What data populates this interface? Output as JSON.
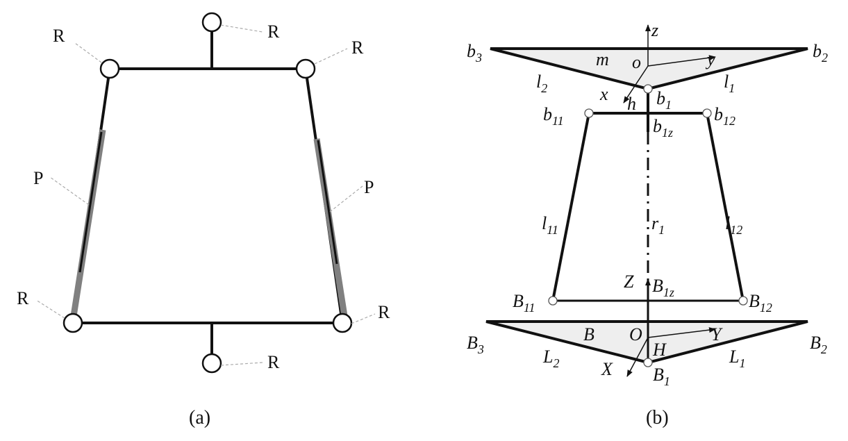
{
  "panel_a": {
    "caption": "(a)",
    "joint_label": "R",
    "prismatic_label": "P"
  },
  "panel_b": {
    "caption": "(b)",
    "moving_platform": {
      "b3": {
        "main": "b",
        "sub": "3"
      },
      "b2": {
        "main": "b",
        "sub": "2"
      },
      "b1": {
        "main": "b",
        "sub": "1"
      },
      "m": "m",
      "o": "o",
      "x": "x",
      "y": "y",
      "z": "z",
      "h": "h",
      "l1": {
        "main": "l",
        "sub": "1"
      },
      "l2": {
        "main": "l",
        "sub": "2"
      }
    },
    "limb": {
      "b11": {
        "main": "b",
        "sub": "11"
      },
      "b12": {
        "main": "b",
        "sub": "12"
      },
      "b1z": {
        "main": "b",
        "sub": "1z"
      },
      "l11": {
        "main": "l",
        "sub": "11"
      },
      "l12": {
        "main": "l",
        "sub": "12"
      },
      "r1": {
        "main": "r",
        "sub": "1"
      },
      "B11": {
        "main": "B",
        "sub": "11"
      },
      "B12": {
        "main": "B",
        "sub": "12"
      },
      "B1z": {
        "main": "B",
        "sub": "1z"
      }
    },
    "base_platform": {
      "B3": {
        "main": "B",
        "sub": "3"
      },
      "B2": {
        "main": "B",
        "sub": "2"
      },
      "B1": {
        "main": "B",
        "sub": "1"
      },
      "B": "B",
      "O": "O",
      "X": "X",
      "Y": "Y",
      "Z": "Z",
      "H": "H",
      "L1": {
        "main": "L",
        "sub": "1"
      },
      "L2": {
        "main": "L",
        "sub": "2"
      }
    }
  },
  "colors": {
    "line": "#111111",
    "prismatic": "#808080",
    "platform_fill": "#eeeeee",
    "leader": "#aaaaaa"
  }
}
